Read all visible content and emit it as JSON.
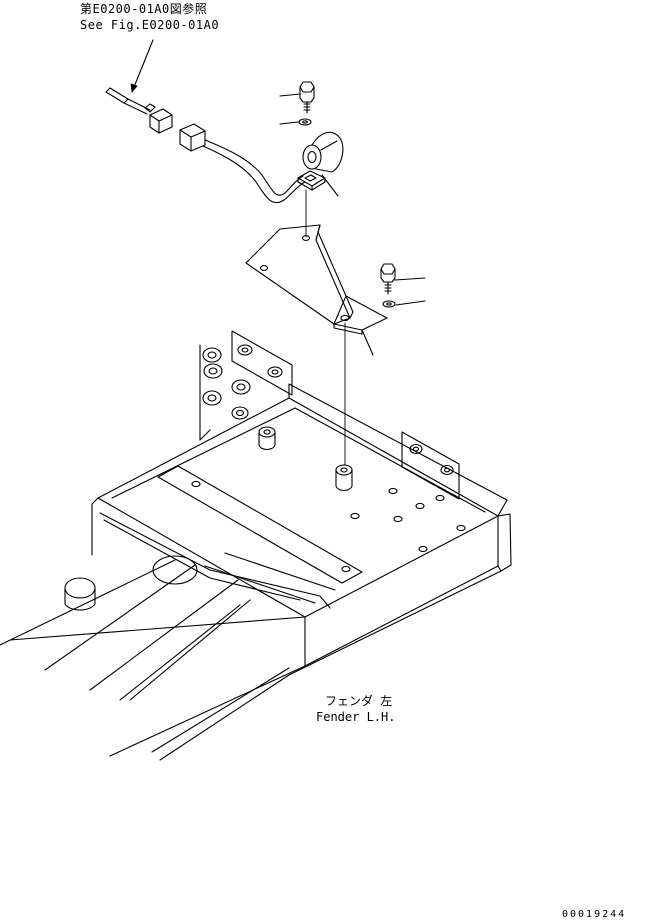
{
  "reference": {
    "japanese": "第E0200-01A0図参照",
    "english": "See Fig.E0200-01A0"
  },
  "caption": {
    "japanese": "フェンダ 左",
    "english": "Fender L.H."
  },
  "document_number": "00019244",
  "colors": {
    "ink": "#000000",
    "paper": "#ffffff"
  }
}
